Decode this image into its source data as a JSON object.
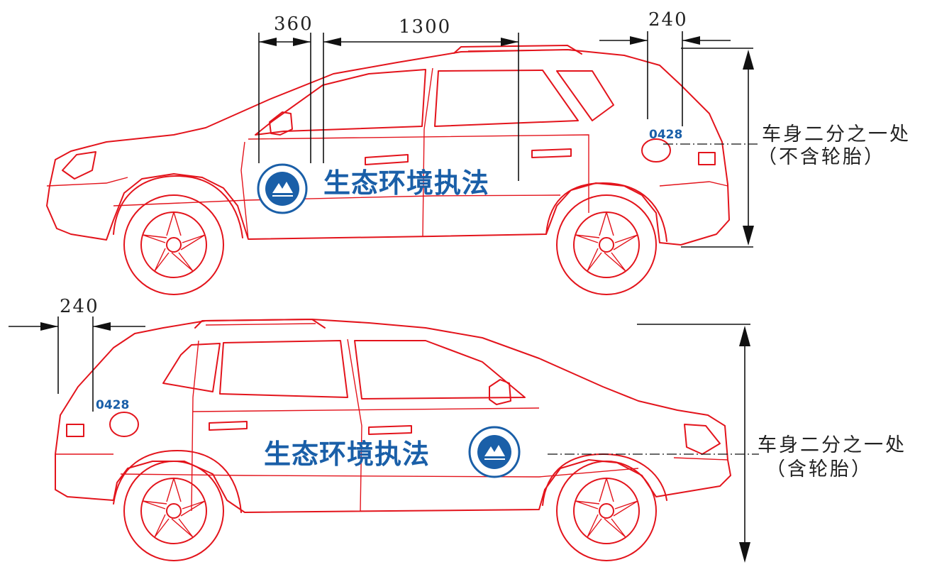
{
  "top_view": {
    "dim_emblem_width": "360",
    "dim_text_width": "1300",
    "dim_rear_offset": "240",
    "livery_text": "生态环境执法",
    "plate_number": "0428",
    "note_line1": "车身二分之一处",
    "note_line2": "（不含轮胎）"
  },
  "bottom_view": {
    "dim_rear_offset": "240",
    "livery_text": "生态环境执法",
    "plate_number": "0428",
    "note_line1": "车身二分之一处",
    "note_line2": "（含轮胎）"
  },
  "colors": {
    "outline": "#e3141c",
    "livery": "#1a5fa8",
    "dimension": "#111111"
  },
  "icons": [
    "emblem-icon"
  ]
}
